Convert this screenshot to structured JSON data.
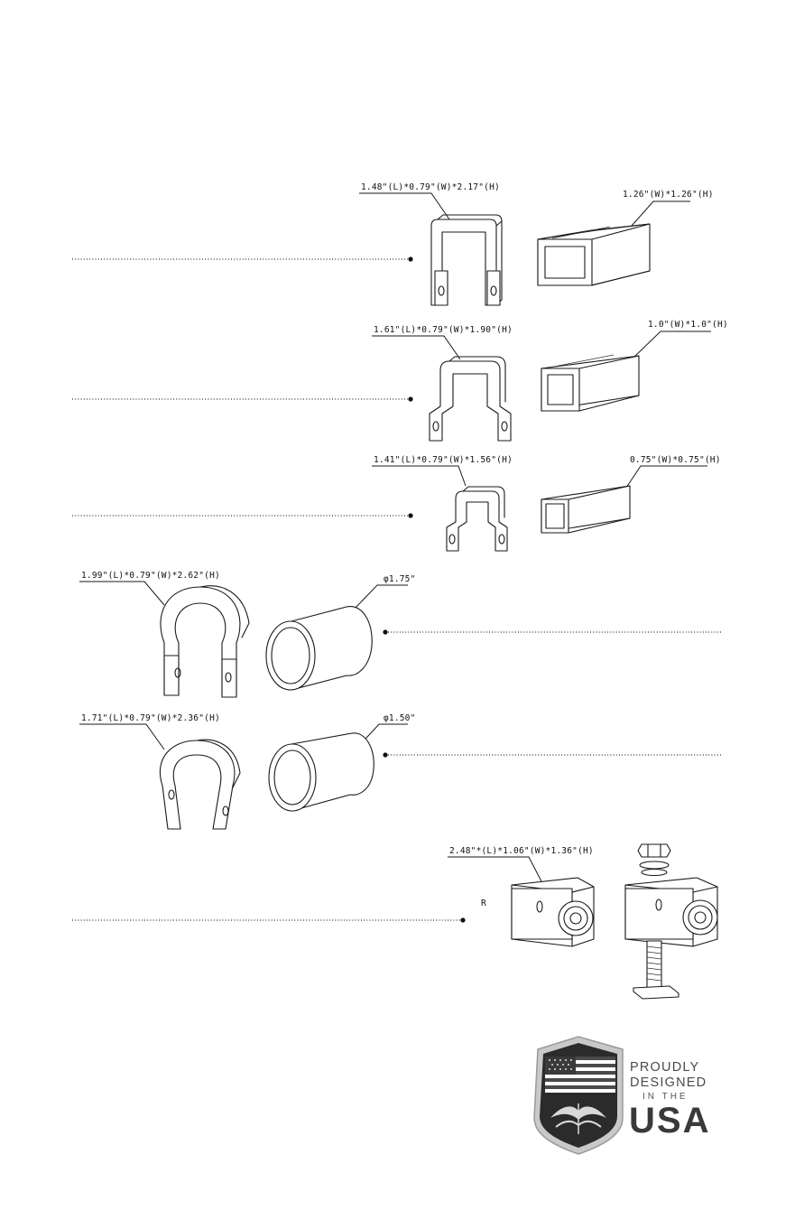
{
  "parts": {
    "row1": {
      "bracket_dim": "1.48\"(L)*0.79\"(W)*2.17\"(H)",
      "tube_dim": "1.26\"(W)*1.26\"(H)"
    },
    "row2": {
      "bracket_dim": "1.61\"(L)*0.79\"(W)*1.90\"(H)",
      "tube_dim": "1.0\"(W)*1.0\"(H)"
    },
    "row3": {
      "bracket_dim": "1.41\"(L)*0.79\"(W)*1.56\"(H)",
      "tube_dim": "0.75\"(W)*0.75\"(H)"
    },
    "row4": {
      "clamp_dim": "1.99\"(L)*0.79\"(W)*2.62\"(H)",
      "tube_dim": "φ1.75\""
    },
    "row5": {
      "clamp_dim": "1.71\"(L)*0.79\"(W)*2.36\"(H)",
      "tube_dim": "φ1.50\""
    },
    "row6": {
      "block_dim": "2.48\"*(L)*1.06\"(W)*1.36\"(H)",
      "marker": "R"
    }
  },
  "badge": {
    "line1": "PROUDLY",
    "line2": "DESIGNED",
    "line3": "IN THE",
    "line4": "USA"
  }
}
